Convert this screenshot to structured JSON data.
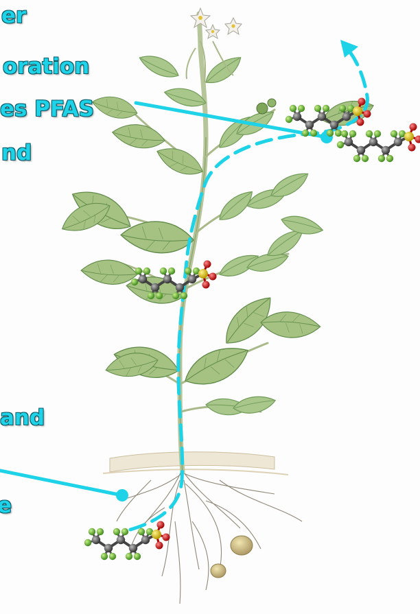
{
  "labels": {
    "left_top_lines": [
      "er",
      "oration",
      "es PFAS",
      "nd"
    ],
    "left_bottom_lines": [
      "and",
      "e"
    ]
  },
  "colors": {
    "annotation": "#1ed2e8",
    "outline": "#0c5a66",
    "leaf": "#a9c78a",
    "leaf_dark": "#6f9a57",
    "stem": "#b7c59a",
    "root": "#8f8878",
    "tuber": "#d8c98c",
    "carbon": "#555555",
    "fluorine": "#7acc3a",
    "sulfur": "#e8d21a",
    "oxygen": "#e01818"
  },
  "icons": {
    "molecule": "pfas-molecule-icon",
    "flow": "uptake-path-dashed-arrow",
    "plant": "potato-plant-illustration"
  }
}
